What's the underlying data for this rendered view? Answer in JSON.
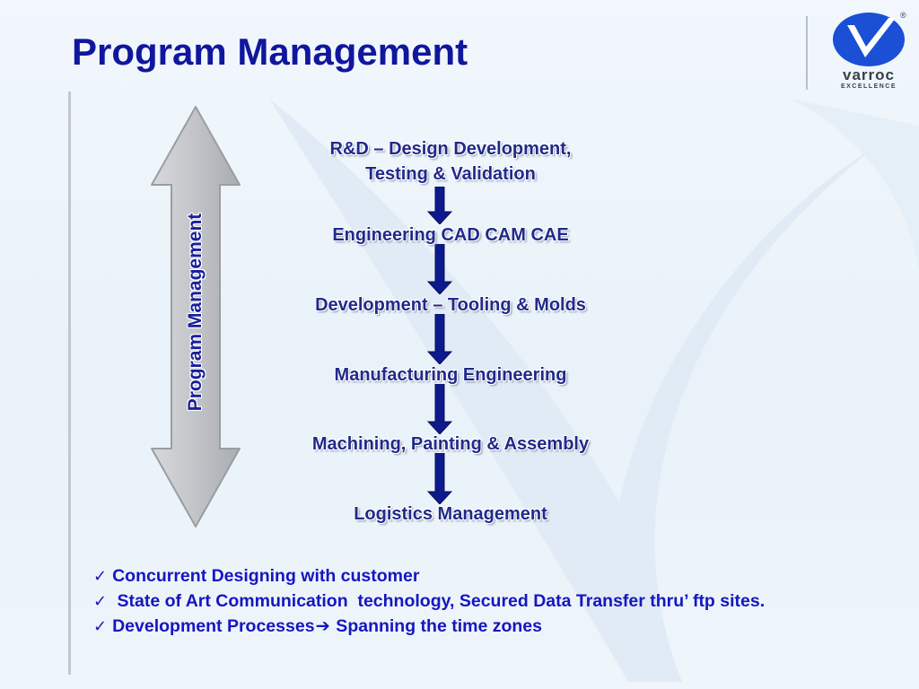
{
  "slide": {
    "title": "Program Management"
  },
  "logo": {
    "wordmark": "varroc",
    "tagline": "EXCELLENCE",
    "registered": "®",
    "color": "#1a4fd6"
  },
  "side_arrow": {
    "label": "Program Management"
  },
  "process_steps": [
    {
      "lines": [
        "R&D – Design Development,",
        "Testing & Validation"
      ]
    },
    {
      "lines": [
        "Engineering CAD CAM CAE"
      ]
    },
    {
      "lines": [
        "Development – Tooling & Molds"
      ]
    },
    {
      "lines": [
        "Manufacturing Engineering"
      ]
    },
    {
      "lines": [
        "Machining, Painting & Assembly"
      ]
    },
    {
      "lines": [
        "Logistics Management"
      ]
    }
  ],
  "bullets": [
    {
      "check": "✓",
      "text": "Concurrent Designing with customer"
    },
    {
      "check": "✓",
      "text": " State of Art Communication  technology, Secured Data Transfer thru’ ftp sites."
    },
    {
      "check": "✓",
      "text_before": "Development Processes",
      "arrow": "➔",
      "text_after": " Spanning the time zones"
    }
  ],
  "colors": {
    "title": "#11169e",
    "step_text": "#202a8a",
    "bullet_text": "#1616c0",
    "flow_arrow": "#0d1a8c"
  }
}
